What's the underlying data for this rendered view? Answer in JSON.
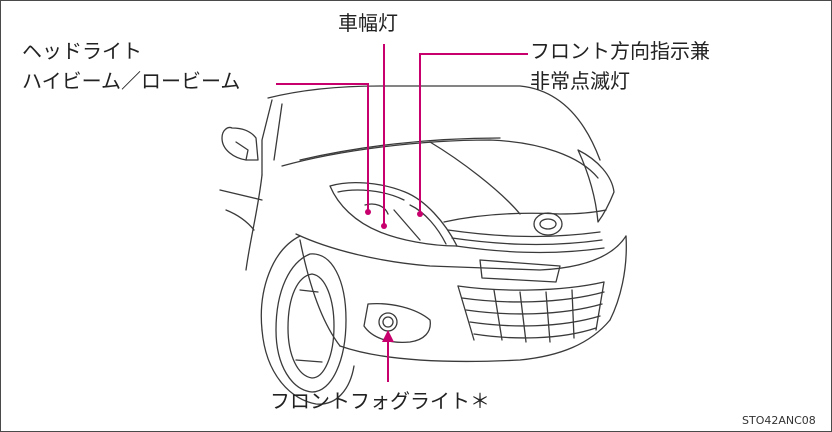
{
  "labels": {
    "headlight_line1": "ヘッドライト",
    "headlight_line2": "ハイビーム／ロービーム",
    "width_light": "車幅灯",
    "turn_signal_line1": "フロント方向指示兼",
    "turn_signal_line2": "非常点滅灯",
    "fog_light": "フロントフォグライト＊"
  },
  "figure_code": "STO42ANC08",
  "colors": {
    "leader": "#c8006e",
    "outline": "#3a3a3a",
    "frame": "#4a4a4a",
    "background": "#ffffff"
  }
}
